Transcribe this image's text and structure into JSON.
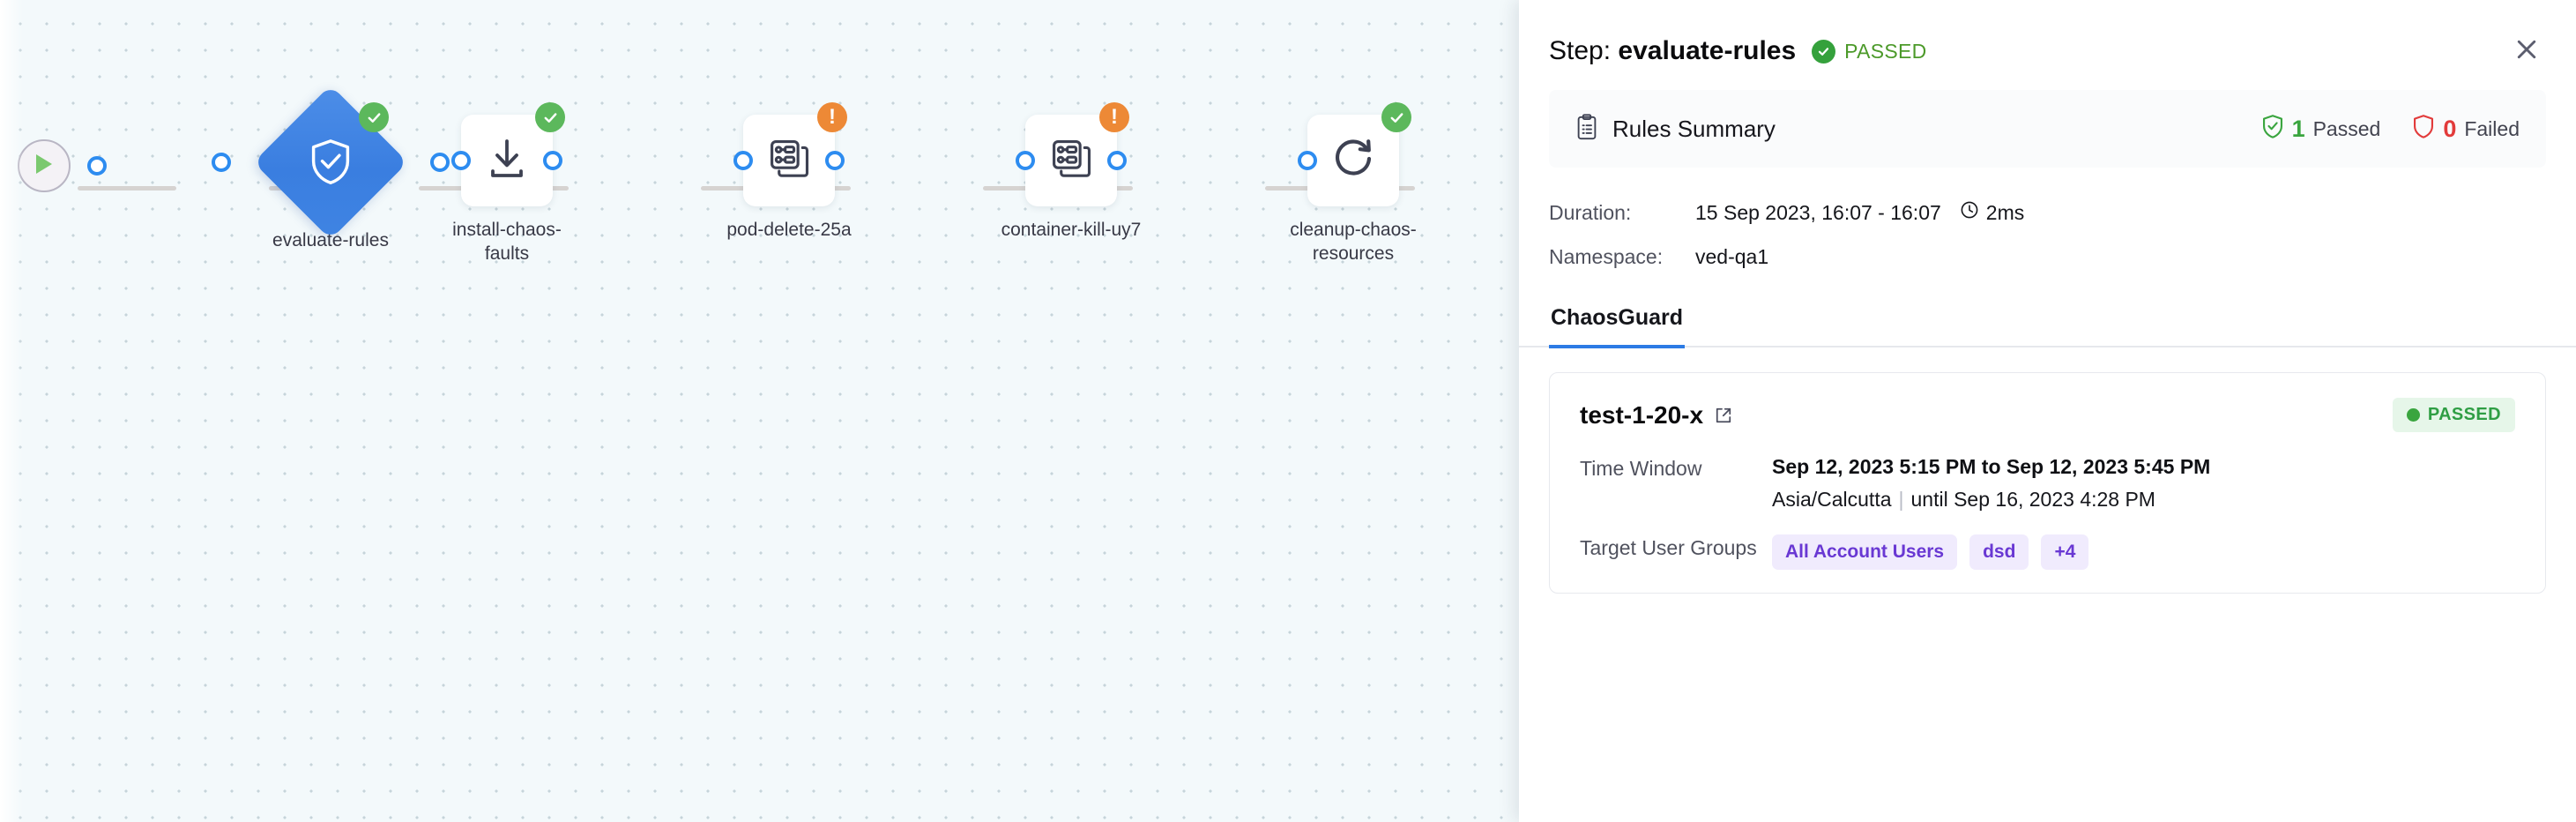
{
  "canvas": {
    "start_node": {
      "name": "pipeline-start",
      "icon": "play-icon"
    },
    "nodes": [
      {
        "label": "evaluate-rules",
        "shape": "diamond",
        "icon": "shield-check-icon",
        "status": "success",
        "status_icon": "check-circle-icon"
      },
      {
        "label": "install-chaos-faults",
        "shape": "box",
        "icon": "download-icon",
        "status": "success",
        "status_icon": "check-circle-icon"
      },
      {
        "label": "pod-delete-25a",
        "shape": "box",
        "icon": "chaos-experiment-icon",
        "status": "warning",
        "status_icon": "warning-circle-icon"
      },
      {
        "label": "container-kill-uy7",
        "shape": "box",
        "icon": "chaos-experiment-icon",
        "status": "warning",
        "status_icon": "warning-circle-icon"
      },
      {
        "label": "cleanup-chaos-resources",
        "shape": "box",
        "icon": "refresh-icon",
        "status": "success",
        "status_icon": "check-circle-icon"
      }
    ]
  },
  "panel": {
    "title_prefix": "Step: ",
    "step_name": "evaluate-rules",
    "status": "PASSED",
    "status_icon": "check-circle-icon",
    "close_icon": "close-icon",
    "summary": {
      "icon": "clipboard-icon",
      "title": "Rules Summary",
      "passed_icon": "shield-check-icon",
      "passed_count": "1",
      "passed_label": "Passed",
      "failed_icon": "shield-icon",
      "failed_count": "0",
      "failed_label": "Failed"
    },
    "meta": {
      "duration_key": "Duration:",
      "duration_value": "15 Sep 2023, 16:07 - 16:07",
      "duration_icon": "clock-icon",
      "duration_elapsed": "2ms",
      "namespace_key": "Namespace:",
      "namespace_value": "ved-qa1"
    },
    "tabs": [
      {
        "label": "ChaosGuard",
        "active": true
      }
    ],
    "rule_card": {
      "name": "test-1-20-x",
      "external_link_icon": "external-link-icon",
      "status": "PASSED",
      "time_window_key": "Time Window",
      "time_window_value": "Sep 12, 2023 5:15 PM to Sep 12, 2023 5:45 PM",
      "timezone": "Asia/Calcutta",
      "until": "until Sep 16, 2023 4:28 PM",
      "target_groups_key": "Target User Groups",
      "target_groups": [
        "All Account Users",
        "dsd",
        "+4"
      ]
    }
  },
  "colors": {
    "accent": "#2c7be5",
    "success": "#3aa53f",
    "warning": "#ed8936",
    "danger": "#e23b3b",
    "tag": "#6938d3"
  }
}
